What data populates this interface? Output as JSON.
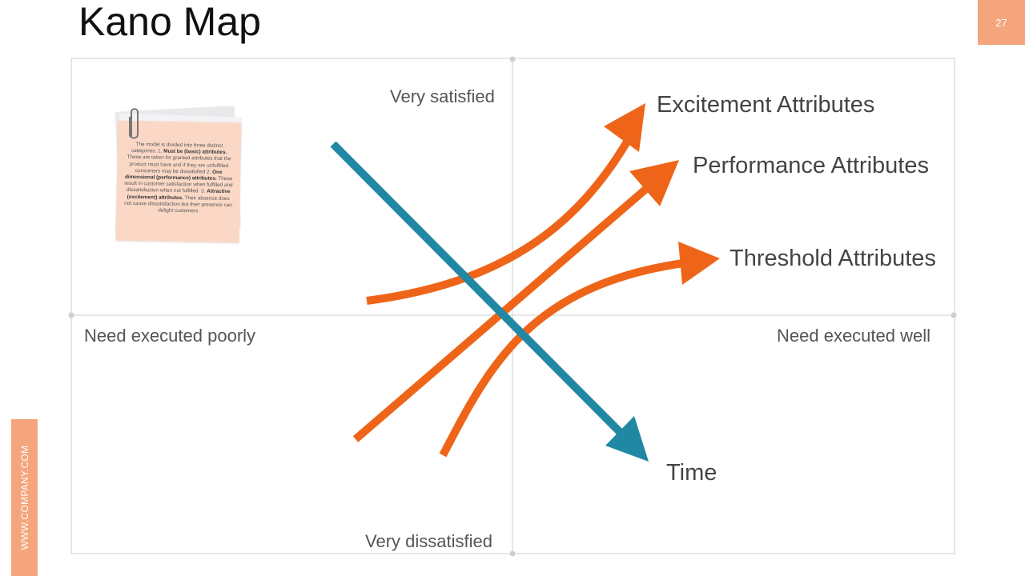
{
  "slide": {
    "title": "Kano Map",
    "page_number": "27",
    "footer_site": "WWW.COMPANY.COM"
  },
  "axes": {
    "top": "Very satisfied",
    "bottom": "Very dissatisfied",
    "left": "Need executed poorly",
    "right": "Need executed well"
  },
  "attributes": {
    "excitement": "Excitement Attributes",
    "performance": "Performance Attributes",
    "threshold": "Threshold Attributes",
    "time": "Time"
  },
  "note": {
    "t1": "The model is divided into three distinct categories: 1. ",
    "b1": "Must be (basic) attributes.",
    "t2": " These are taken for granted attributes that the product must have and if they are unfulfilled consumers may be dissatisfied 2. ",
    "b2": "One dimensional (performance) attributes.",
    "t3": " These result in customer satisfaction when fulfilled and dissatisfaction when not fulfilled. 3. ",
    "b3": "Attractive (excitement) attributes.",
    "t4": " Their absence does not cause dissatisfaction but their presence can delight customers"
  },
  "colors": {
    "orange": "#ee6519",
    "blue": "#2188a3",
    "accent": "#f4a57c"
  }
}
